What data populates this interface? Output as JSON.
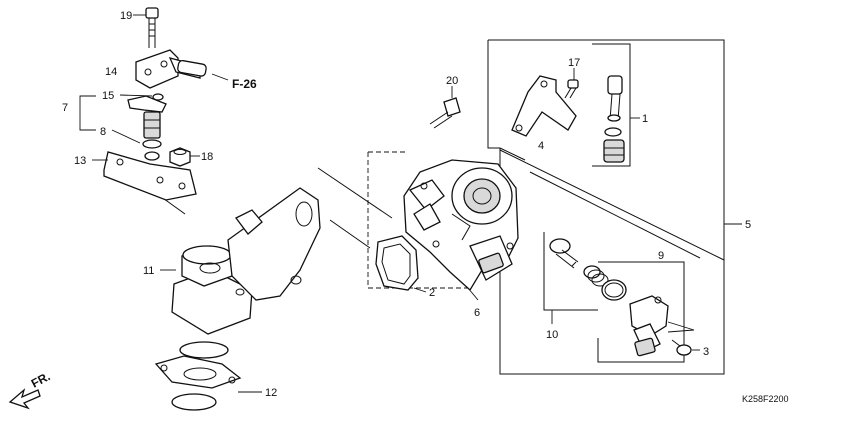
{
  "diagram": {
    "callouts": {
      "c1": "1",
      "c2": "2",
      "c3": "3",
      "c4": "4",
      "c5": "5",
      "c6": "6",
      "c7": "7",
      "c8": "8",
      "c9": "9",
      "c10": "10",
      "c11": "11",
      "c12": "12",
      "c13": "13",
      "c14": "14",
      "c15": "15",
      "c17": "17",
      "c18": "18",
      "c19": "19",
      "c20": "20"
    },
    "reference": "F-26",
    "direction_label": "FR.",
    "diagram_code": "K258F2200"
  }
}
